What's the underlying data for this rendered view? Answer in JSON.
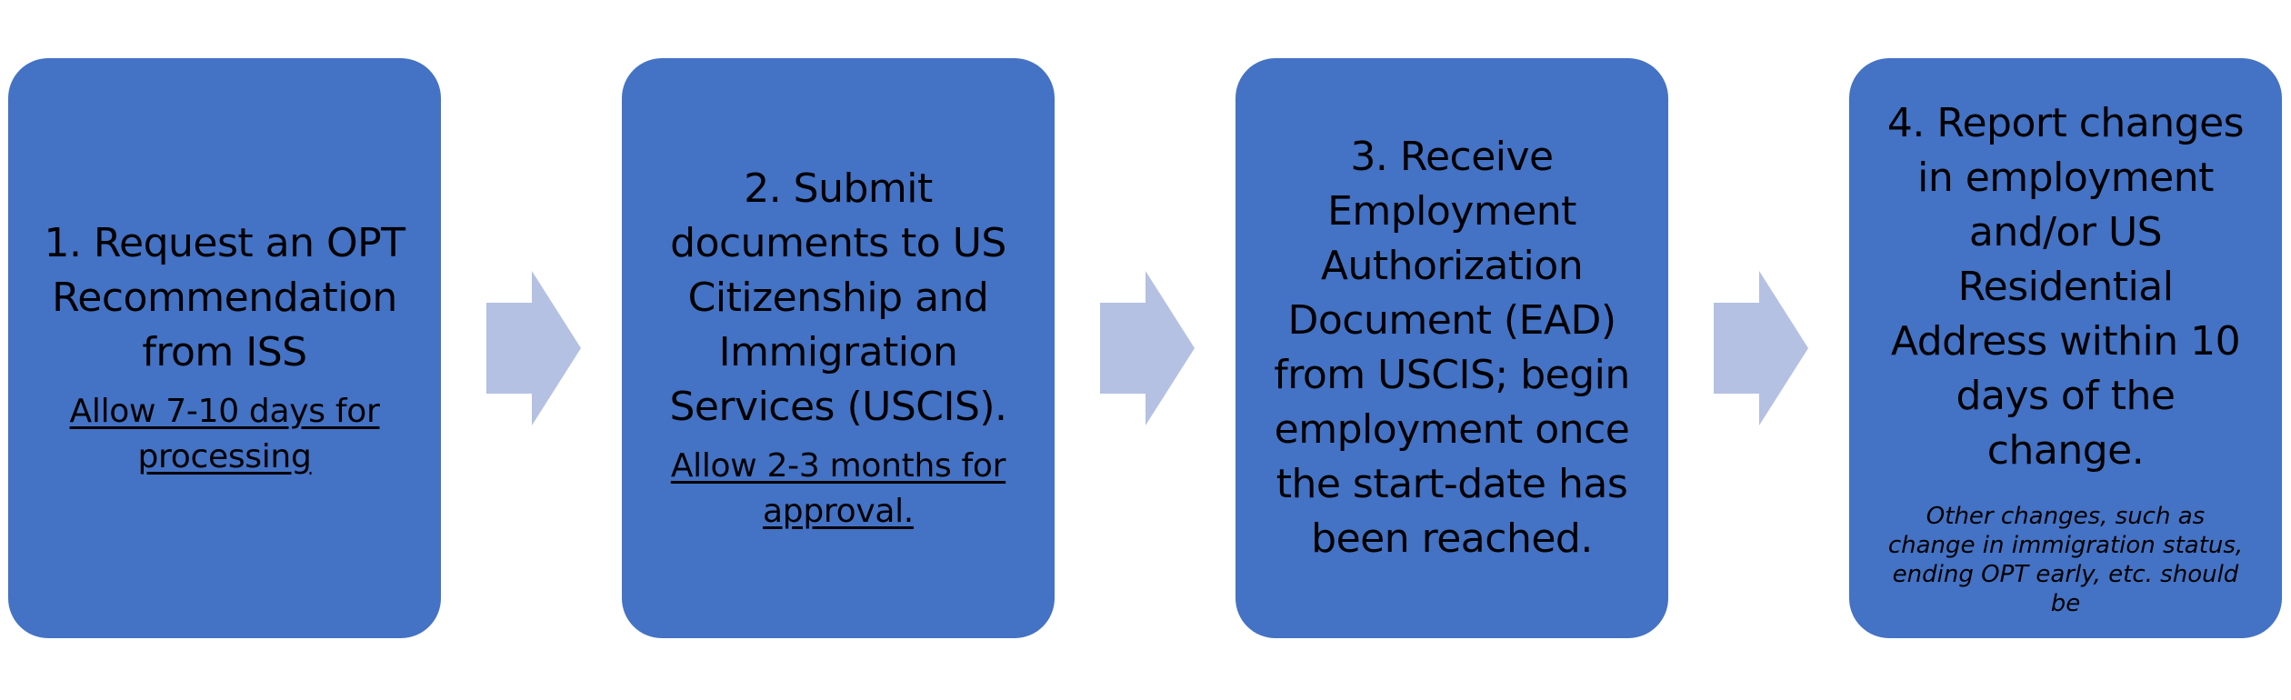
{
  "steps": [
    {
      "title": "1. Request an OPT Recommendation from ISS",
      "note": "Allow 7-10 days for processing"
    },
    {
      "title": "2. Submit documents to US Citizenship and Immigration Services (USCIS).",
      "note": "Allow 2-3 months for approval."
    },
    {
      "title": "3. Receive Employment Authorization Document (EAD) from USCIS; begin employment once the start-date has been reached."
    },
    {
      "title": "4. Report changes in employment and/or US Residential Address within 10 days of the change.",
      "note": "Other changes, such as change in immigration status, ending OPT early, etc. should be"
    }
  ],
  "colors": {
    "box_fill": "#4472c4",
    "arrow_fill": "#b4c1e3",
    "text": "#000000",
    "background": "#ffffff"
  }
}
